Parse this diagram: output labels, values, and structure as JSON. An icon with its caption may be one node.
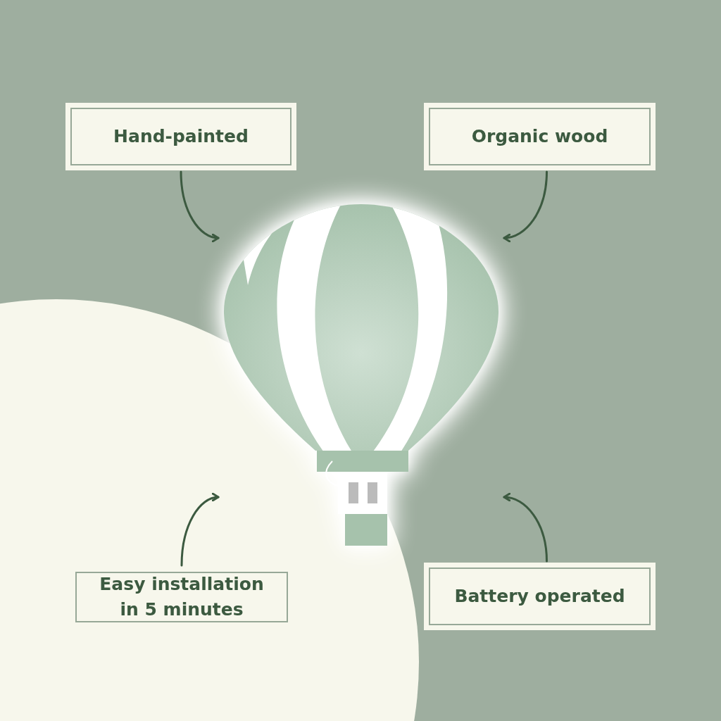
{
  "diagram": {
    "nodes": [
      {
        "text": [
          "Hand-painted"
        ]
      },
      {
        "text": [
          "Organic wood"
        ]
      },
      {
        "text": [],
        "shape": "picture"
      },
      {
        "text": [
          "Easy installation in 5 minutes"
        ]
      },
      {
        "text": [
          "Battery operated"
        ]
      }
    ],
    "edges": [
      {
        "from": 0,
        "to": 2,
        "arrow": "to"
      },
      {
        "from": 1,
        "to": 2,
        "arrow": "to"
      },
      {
        "from": 3,
        "to": 2,
        "arrow": "to"
      },
      {
        "from": 4,
        "to": 2,
        "arrow": "to"
      }
    ]
  }
}
